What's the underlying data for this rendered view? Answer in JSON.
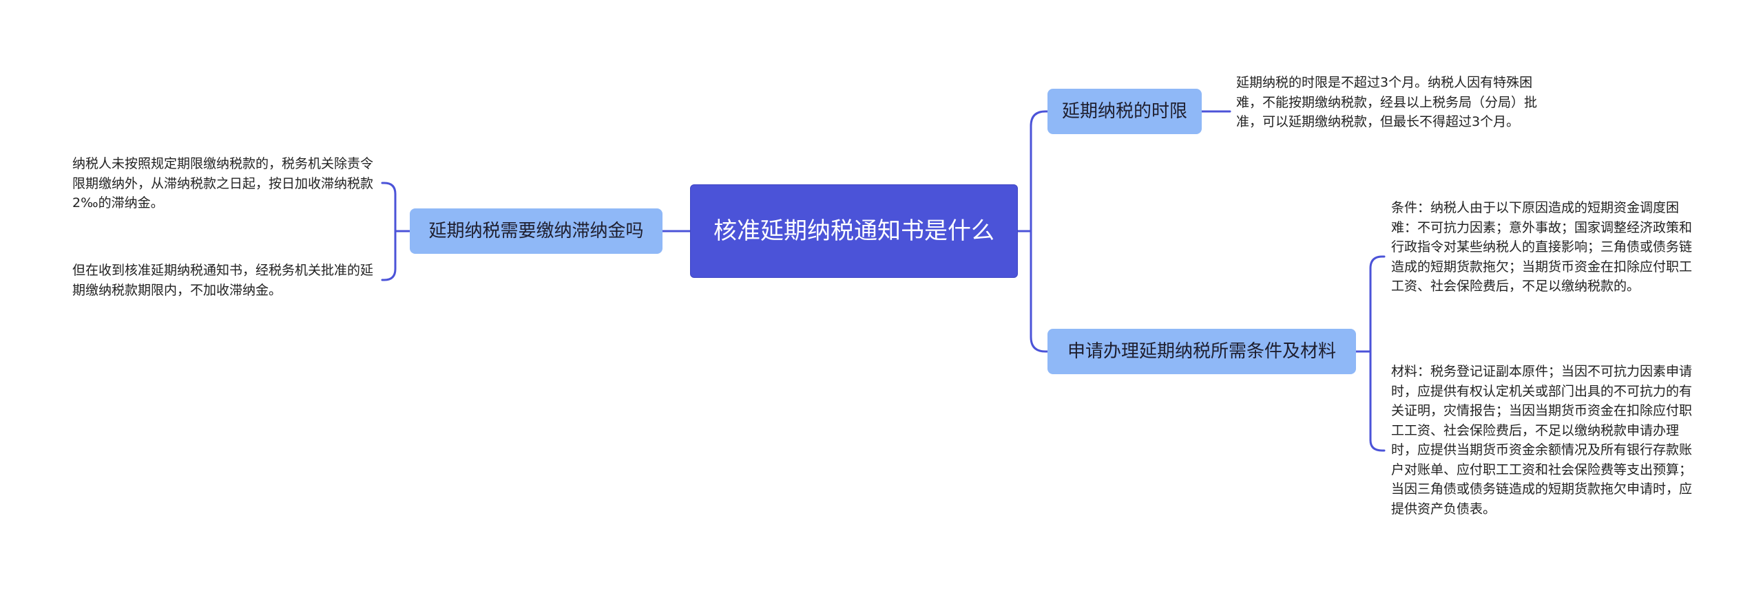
{
  "colors": {
    "root_bg": "#4b53d8",
    "branch_bg": "#8fb8f7",
    "connector": "#4b53d8",
    "text": "#222222"
  },
  "root": {
    "label": "核准延期纳税通知书是什么"
  },
  "left_branch": {
    "label": "延期纳税需要缴纳滞纳金吗",
    "leaves": [
      "纳税人未按照规定期限缴纳税款的，税务机关除责令限期缴纳外，从滞纳税款之日起，按日加收滞纳税款2‰的滞纳金。",
      "但在收到核准延期纳税通知书，经税务机关批准的延期缴纳税款期限内，不加收滞纳金。"
    ]
  },
  "right_branch_time": {
    "label": "延期纳税的时限",
    "leaves": [
      "延期纳税的时限是不超过3个月。纳税人因有特殊困难，不能按期缴纳税款，经县以上税务局（分局）批准，可以延期缴纳税款，但最长不得超过3个月。"
    ]
  },
  "right_branch_conditions": {
    "label": "申请办理延期纳税所需条件及材料",
    "leaves": [
      "条件：纳税人由于以下原因造成的短期资金调度困难：不可抗力因素；意外事故；国家调整经济政策和行政指令对某些纳税人的直接影响；三角债或债务链造成的短期货款拖欠；当期货币资金在扣除应付职工工资、社会保险费后，不足以缴纳税款的。",
      "材料：税务登记证副本原件；当因不可抗力因素申请时，应提供有权认定机关或部门出具的不可抗力的有关证明，灾情报告；当因当期货币资金在扣除应付职工工资、社会保险费后，不足以缴纳税款申请办理时，应提供当期货币资金余额情况及所有银行存款账户对账单、应付职工工资和社会保险费等支出预算；当因三角债或债务链造成的短期货款拖欠申请时，应提供资产负债表。"
    ]
  }
}
